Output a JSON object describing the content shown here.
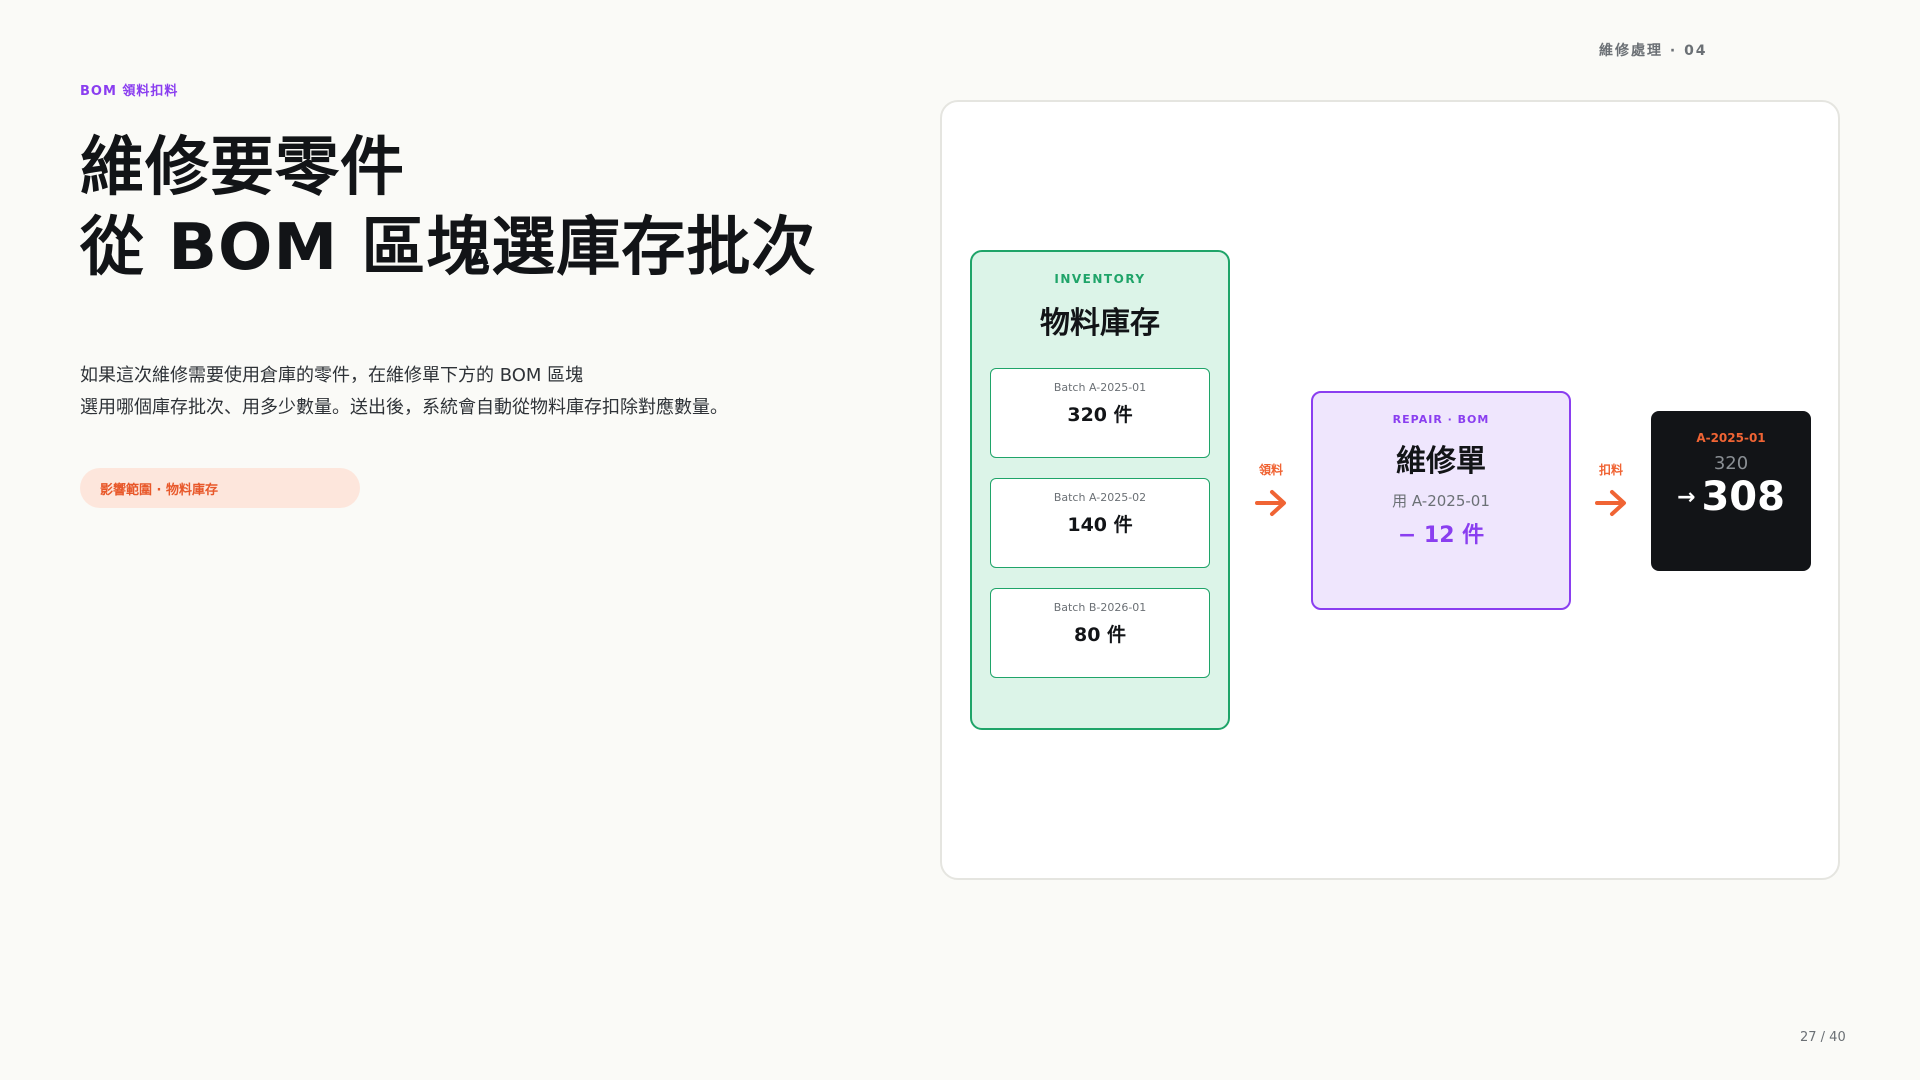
{
  "header": {
    "section_tag": "維修處理 · 04",
    "eyebrow": "BOM 領料扣料",
    "title_line1": "維修要零件",
    "title_line2": "從 BOM 區塊選庫存批次",
    "body_line1": "如果這次維修需要使用倉庫的零件，在維修單下方的 BOM 區塊",
    "body_line2": "選用哪個庫存批次、用多少數量。送出後，系統會自動從物料庫存扣除對應數量。",
    "scope_pill": "影響範圍 · 物料庫存"
  },
  "diagram": {
    "inventory": {
      "label": "INVENTORY",
      "title": "物料庫存",
      "batches": [
        {
          "label": "Batch A-2025-01",
          "qty": "320 件"
        },
        {
          "label": "Batch A-2025-02",
          "qty": "140 件"
        },
        {
          "label": "Batch B-2026-01",
          "qty": "80 件"
        }
      ]
    },
    "arrow1_label": "領料",
    "repair": {
      "label": "REPAIR · BOM",
      "title": "維修單",
      "use": "用 A-2025-01",
      "delta": "− 12 件"
    },
    "arrow2_label": "扣料",
    "result": {
      "batch": "A-2025-01",
      "old_value": "320",
      "arrow": "→",
      "new_value": "308"
    }
  },
  "footer": {
    "page_num": "27 / 40"
  },
  "colors": {
    "accent_purple": "#8a3ef0",
    "accent_green": "#1fa469",
    "accent_orange": "#f06434",
    "dark": "#121417"
  }
}
